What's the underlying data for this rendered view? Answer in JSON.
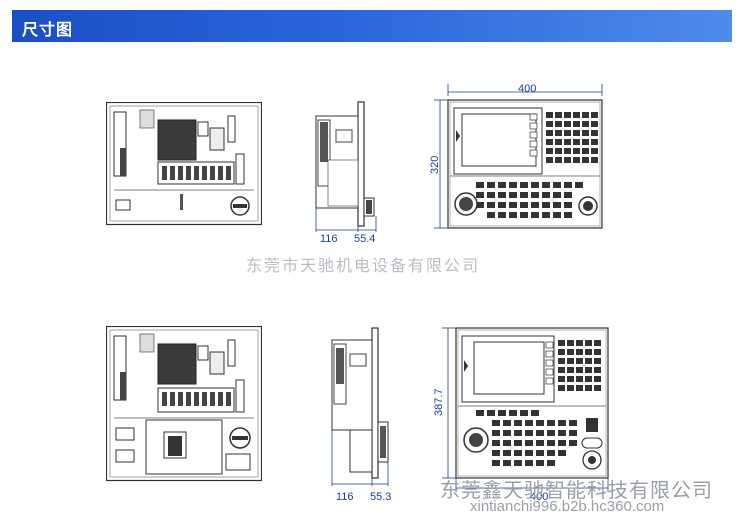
{
  "header": {
    "title": "尺寸图"
  },
  "top_row": {
    "side_dim_depth": "116",
    "side_dim_flange": "55.4",
    "front_dim_width": "400",
    "front_dim_height": "320"
  },
  "bottom_row": {
    "side_dim_depth": "116",
    "side_dim_flange": "55.3",
    "front_dim_width": "400",
    "front_dim_height": "387.7"
  },
  "watermarks": {
    "middle": "东莞市天驰机电设备有限公司",
    "bottom_company": "东莞鑫天驰智能科技有限公司",
    "bottom_url": "xintianchi996.b2b.hc360.com"
  },
  "colors": {
    "header_start": "#1c4fc4",
    "header_end": "#4f8be8",
    "dimension_line": "#1e3f99"
  }
}
